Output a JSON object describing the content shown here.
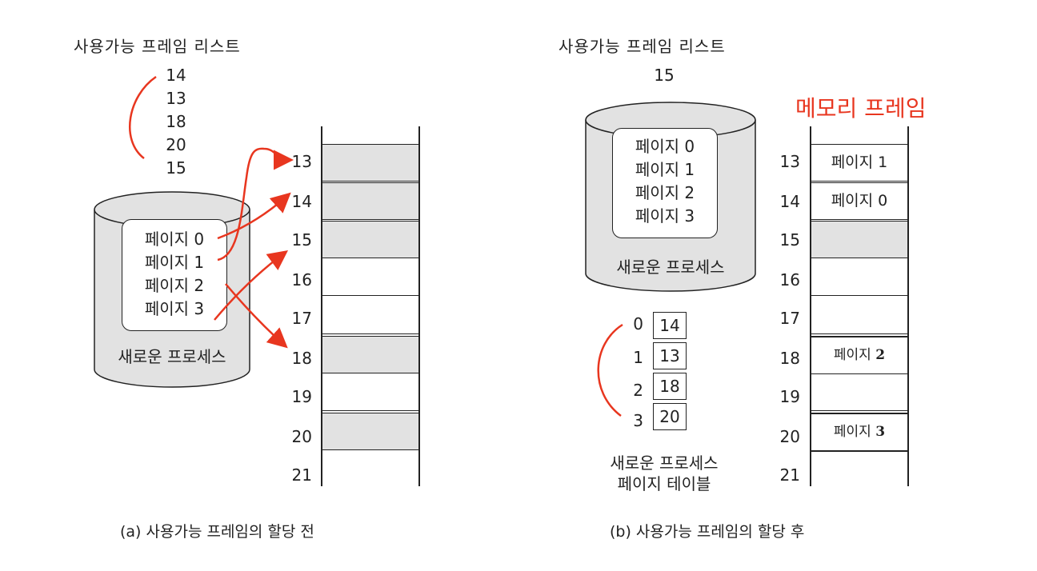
{
  "left": {
    "title": "사용가능 프레임 리스트",
    "free_list": [
      "14",
      "13",
      "18",
      "20",
      "15"
    ],
    "process_pages": [
      "페이지 0",
      "페이지 1",
      "페이지 2",
      "페이지 3"
    ],
    "process_label": "새로운 프로세스",
    "frame_labels": [
      "13",
      "14",
      "15",
      "16",
      "17",
      "18",
      "19",
      "20",
      "21"
    ],
    "caption": "(a) 사용가능 프레임의 할당 전"
  },
  "right": {
    "title": "사용가능 프레임 리스트",
    "free_list": [
      "15"
    ],
    "memory_heading": "메모리 프레임",
    "process_pages": [
      "페이지 0",
      "페이지 1",
      "페이지 2",
      "페이지 3"
    ],
    "process_label": "새로운 프로세스",
    "frame_labels": [
      "13",
      "14",
      "15",
      "16",
      "17",
      "18",
      "19",
      "20",
      "21"
    ],
    "frame_contents": {
      "f13": "페이지 1",
      "f14": "페이지 0",
      "f18_word": "페이지",
      "f18_num": "2",
      "f20_word": "페이지",
      "f20_num": "3"
    },
    "page_table": {
      "indices": [
        "0",
        "1",
        "2",
        "3"
      ],
      "frames": [
        "14",
        "13",
        "18",
        "20"
      ],
      "label_line1": "새로운 프로세스",
      "label_line2": "페이지 테이블"
    },
    "caption": "(b) 사용가능 프레임의 할당 후"
  },
  "colors": {
    "arrow": "#e8361f",
    "shade": "#e2e2e2",
    "heading": "#e8361f"
  }
}
